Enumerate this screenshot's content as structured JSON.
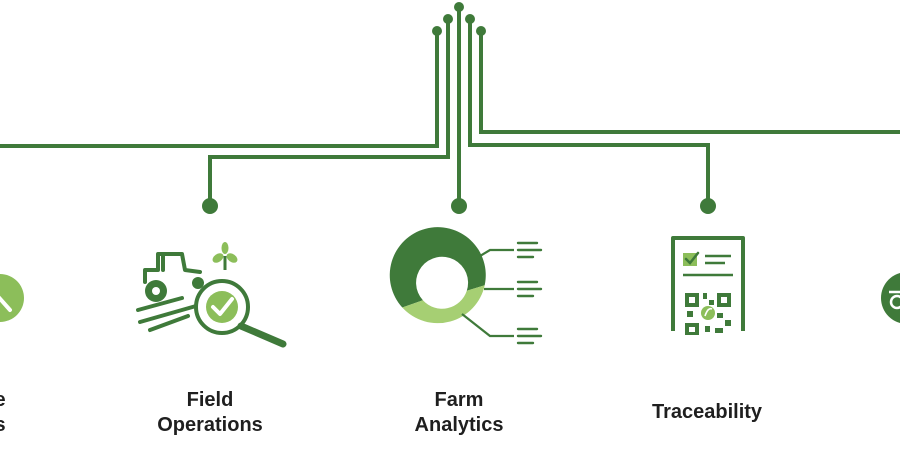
{
  "colors": {
    "dark_green": "#3f7a3a",
    "light_green": "#9ccb6b",
    "text": "#1f1f1f"
  },
  "items": [
    {
      "id": "partial-left",
      "lines": [
        "e",
        "s"
      ],
      "icon": "magnifier-partial-icon"
    },
    {
      "id": "field-operations",
      "lines": [
        "Field",
        "Operations"
      ],
      "icon": "tractor-magnifier-check-icon"
    },
    {
      "id": "farm-analytics",
      "lines": [
        "Farm",
        "Analytics"
      ],
      "icon": "donut-chart-icon"
    },
    {
      "id": "traceability",
      "lines": [
        "Traceability"
      ],
      "icon": "checklist-qr-code-icon"
    },
    {
      "id": "partial-right",
      "lines": [],
      "icon": "tractor-badge-partial-icon"
    }
  ]
}
